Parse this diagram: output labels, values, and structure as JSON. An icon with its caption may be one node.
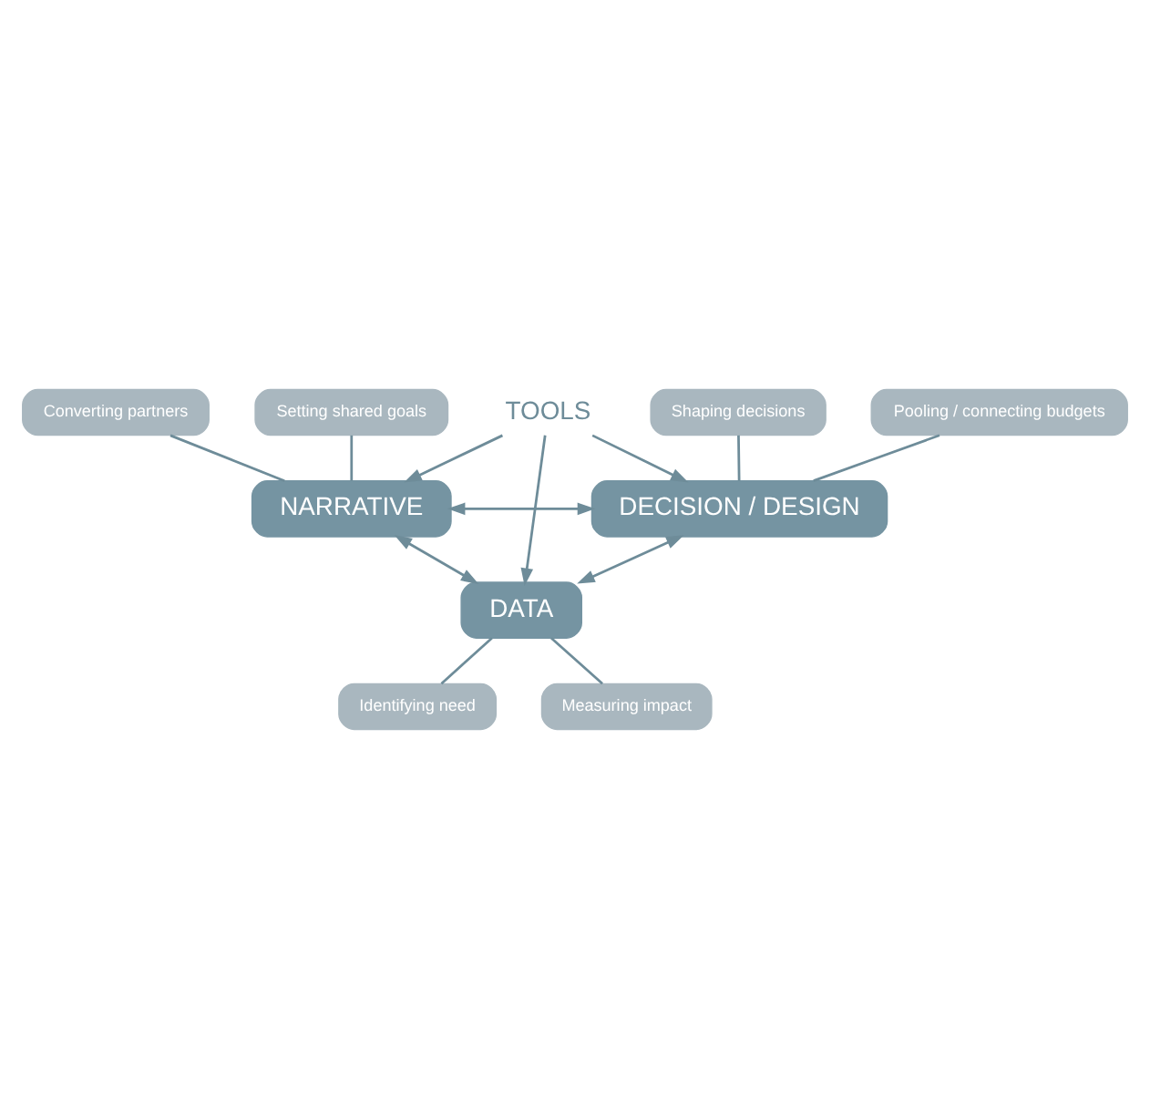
{
  "diagram": {
    "nodes": [
      {
        "text": [
          "Setting shared goals"
        ]
      },
      {
        "text": [
          "Shaping decisions"
        ]
      },
      {
        "text": [
          "NARRATIVE"
        ]
      },
      {
        "text": [
          "DECISION / DESIGN"
        ]
      },
      {
        "text": [
          "Converting partners"
        ]
      },
      {
        "text": [
          "Pooling / connecting budgets"
        ]
      },
      {
        "text": [
          "TOOLS"
        ]
      },
      {
        "text": [
          "DATA"
        ]
      },
      {
        "text": [
          "Identifying need"
        ]
      },
      {
        "text": [
          "Measuring impact"
        ]
      }
    ],
    "edges": [
      {
        "from": 2,
        "to": 3,
        "arrow": "both"
      },
      {
        "from": 0,
        "to": 2,
        "arrow": "none"
      },
      {
        "from": 1,
        "to": 3,
        "arrow": "none"
      },
      {
        "from": 4,
        "to": 2,
        "arrow": "none"
      },
      {
        "from": 5,
        "to": 3,
        "arrow": "none"
      },
      {
        "from": 6,
        "to": 2,
        "arrow": "to"
      },
      {
        "from": 6,
        "to": 3,
        "arrow": "to"
      },
      {
        "from": 6,
        "to": 7,
        "arrow": "to"
      },
      {
        "from": 2,
        "to": 7,
        "arrow": "both"
      },
      {
        "from": 3,
        "to": 7,
        "arrow": "both"
      },
      {
        "from": 7,
        "to": 8,
        "arrow": "none"
      },
      {
        "from": 7,
        "to": 9,
        "arrow": "none"
      }
    ]
  }
}
